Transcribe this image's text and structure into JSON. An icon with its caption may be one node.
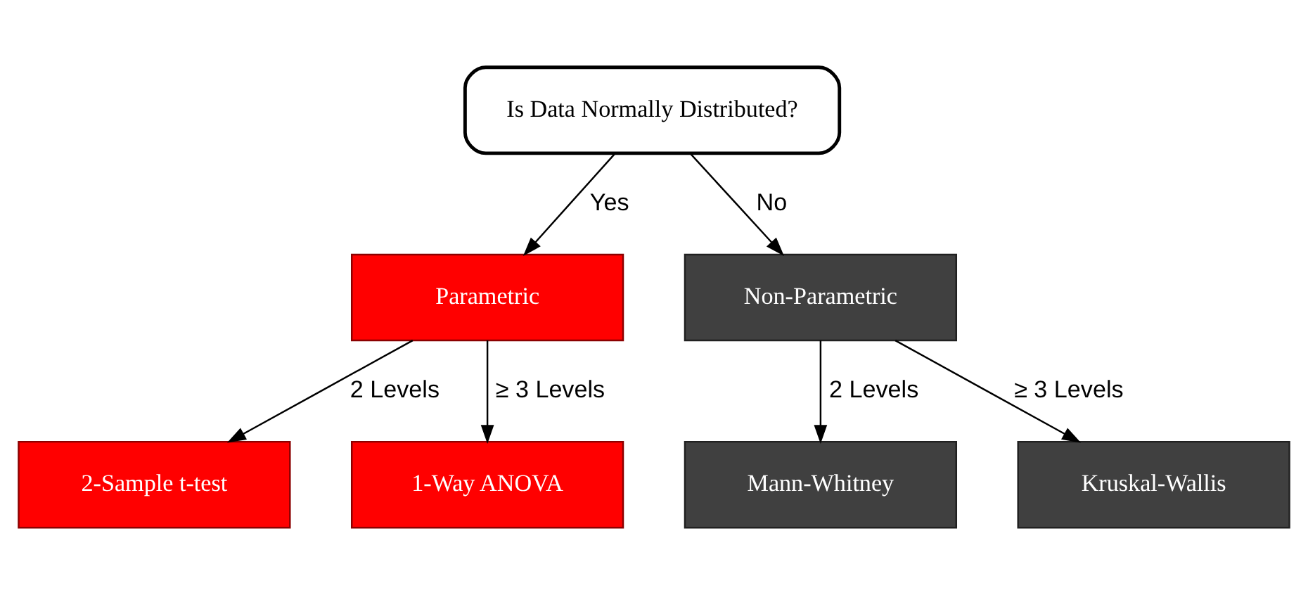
{
  "diagram": {
    "nodes": [
      {
        "text": [
          "Is Data Normally Distributed?"
        ]
      },
      {
        "text": [
          "Parametric"
        ]
      },
      {
        "text": [
          "Non-Parametric"
        ]
      },
      {
        "text": [
          "2-Sample t-test"
        ]
      },
      {
        "text": [
          "1-Way ANOVA"
        ]
      },
      {
        "text": [
          "Mann-Whitney"
        ]
      },
      {
        "text": [
          "Kruskal-Wallis"
        ]
      }
    ],
    "edges": [
      {
        "from": 0,
        "to": 1,
        "arrow": "to",
        "label": "Yes"
      },
      {
        "from": 0,
        "to": 2,
        "arrow": "to",
        "label": "No"
      },
      {
        "from": 1,
        "to": 3,
        "arrow": "to",
        "label": "2 Levels"
      },
      {
        "from": 1,
        "to": 4,
        "arrow": "to",
        "label": "≥ 3 Levels"
      },
      {
        "from": 2,
        "to": 5,
        "arrow": "to",
        "label": "2 Levels"
      },
      {
        "from": 2,
        "to": 6,
        "arrow": "to",
        "label": "≥ 3 Levels"
      }
    ]
  }
}
